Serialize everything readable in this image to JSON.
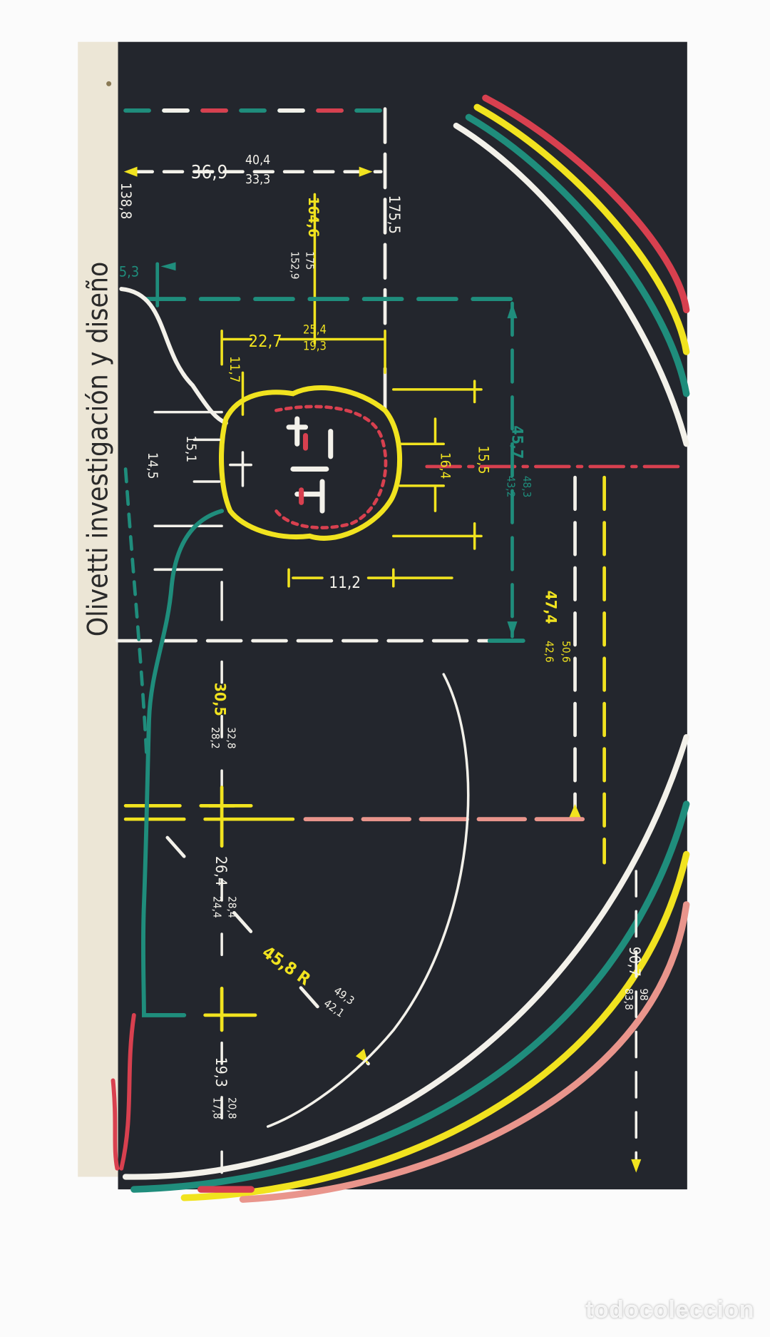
{
  "brochure": {
    "spine_title": "Olivetti investigación y diseño",
    "colors": {
      "background": "#23262d",
      "spine": "#ece6d6",
      "teal": "#1f8d7c",
      "yellow": "#f1e31f",
      "red": "#d8404f",
      "pink": "#e9958c",
      "white": "#f3f1ea"
    },
    "labels": {
      "l1_main": "36,9",
      "l1_hi": "40,4",
      "l1_lo": "33,3",
      "l2": "138,8",
      "l3": "175,5",
      "l4": "164,6",
      "l4_hi": "175",
      "l4_lo": "152,9",
      "l5": "5,3",
      "l6_main": "22,7",
      "l6_hi": "25,4",
      "l6_lo": "19,3",
      "l7": "11,7",
      "l8": "15,1",
      "l9": "14,5",
      "l10": "16,4",
      "l11": "15,5",
      "l12_main": "45,7",
      "l12_hi": "48,3",
      "l12_lo": "43,2",
      "l13": "11,2",
      "l14_main": "47,4",
      "l14_hi": "50,6",
      "l14_lo": "42,6",
      "l15_main": "30,5",
      "l15_hi": "32,8",
      "l15_lo": "28,2",
      "l16_main": "26,4",
      "l16_hi": "28,4",
      "l16_lo": "24,4",
      "l17_main": "45,8 R",
      "l17_hi": "49,3",
      "l17_lo": "42,1",
      "l18_main": "19,3",
      "l18_hi": "20,8",
      "l18_lo": "17,8",
      "l19_main": "90,7",
      "l19_hi": "98",
      "l19_lo": "83,8"
    }
  },
  "watermark": "todocoleccion"
}
